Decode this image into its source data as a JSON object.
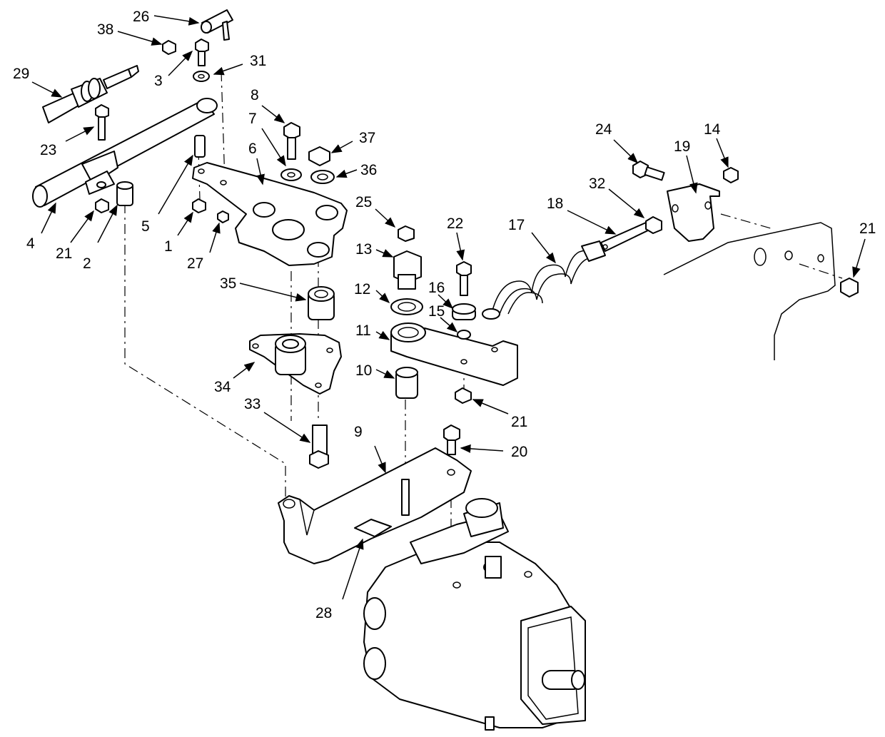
{
  "labels": {
    "l1": "1",
    "l2": "2",
    "l3": "3",
    "l4": "4",
    "l5": "5",
    "l6": "6",
    "l7": "7",
    "l8": "8",
    "l9": "9",
    "l10": "10",
    "l11": "11",
    "l12": "12",
    "l13": "13",
    "l14": "14",
    "l15": "15",
    "l16": "16",
    "l17": "17",
    "l18": "18",
    "l19": "19",
    "l20": "20",
    "l21a": "21",
    "l21b": "21",
    "l21c": "21",
    "l22": "22",
    "l23": "23",
    "l24": "24",
    "l25": "25",
    "l26": "26",
    "l27": "27",
    "l28": "28",
    "l29": "29",
    "l31": "31",
    "l32": "32",
    "l33": "33",
    "l34": "34",
    "l35": "35",
    "l36": "36",
    "l37": "37",
    "l38": "38"
  }
}
